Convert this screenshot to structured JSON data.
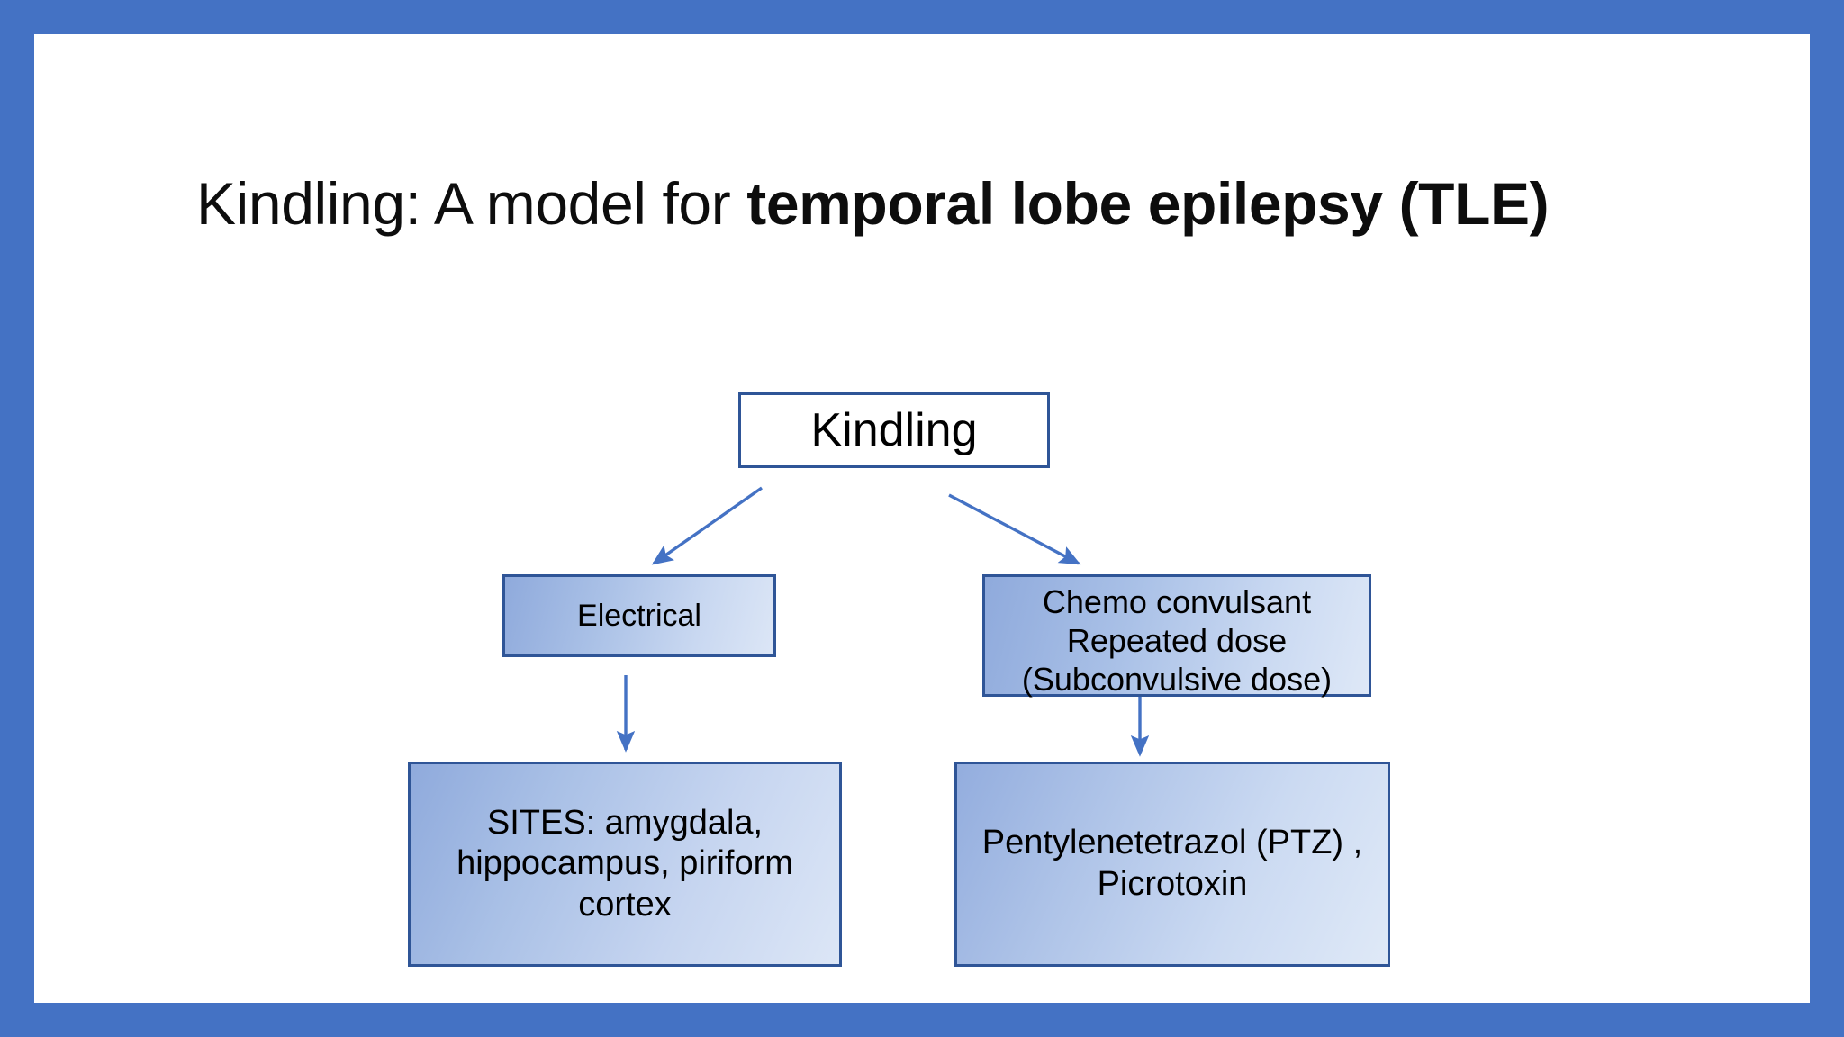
{
  "slide": {
    "frame_color": "#4472C4",
    "canvas_color": "#FFFFFF",
    "accent_color": "#4472C4",
    "box_border_color": "#2F5597",
    "title_plain": "Kindling: A model for ",
    "title_bold": "temporal lobe epilepsy (TLE)"
  },
  "diagram": {
    "root": {
      "label": "Kindling"
    },
    "branches": [
      {
        "label": "Electrical",
        "detail_lines": [
          "SITES: amygdala,",
          "hippocampus, piriform",
          "cortex"
        ],
        "detail_text": "SITES: amygdala, hippocampus, piriform cortex"
      },
      {
        "label_lines": [
          "Chemo convulsant",
          "Repeated dose",
          "(Subconvulsive dose)"
        ],
        "label_line_1": "Chemo convulsant",
        "label_line_2": "Repeated dose",
        "label_line_3": "(Subconvulsive dose)",
        "detail_lines": [
          "Pentylenetetrazol (PTZ) ,",
          "Picrotoxin"
        ],
        "detail_line_1": "Pentylenetetrazol (PTZ) ,",
        "detail_line_2": "Picrotoxin"
      }
    ],
    "connectors": [
      {
        "name": "kindling-to-electrical",
        "type": "diagonal-arrow"
      },
      {
        "name": "kindling-to-chemo",
        "type": "diagonal-arrow"
      },
      {
        "name": "electrical-to-sites",
        "type": "vertical-arrow"
      },
      {
        "name": "chemo-to-drugs",
        "type": "vertical-arrow"
      }
    ]
  }
}
